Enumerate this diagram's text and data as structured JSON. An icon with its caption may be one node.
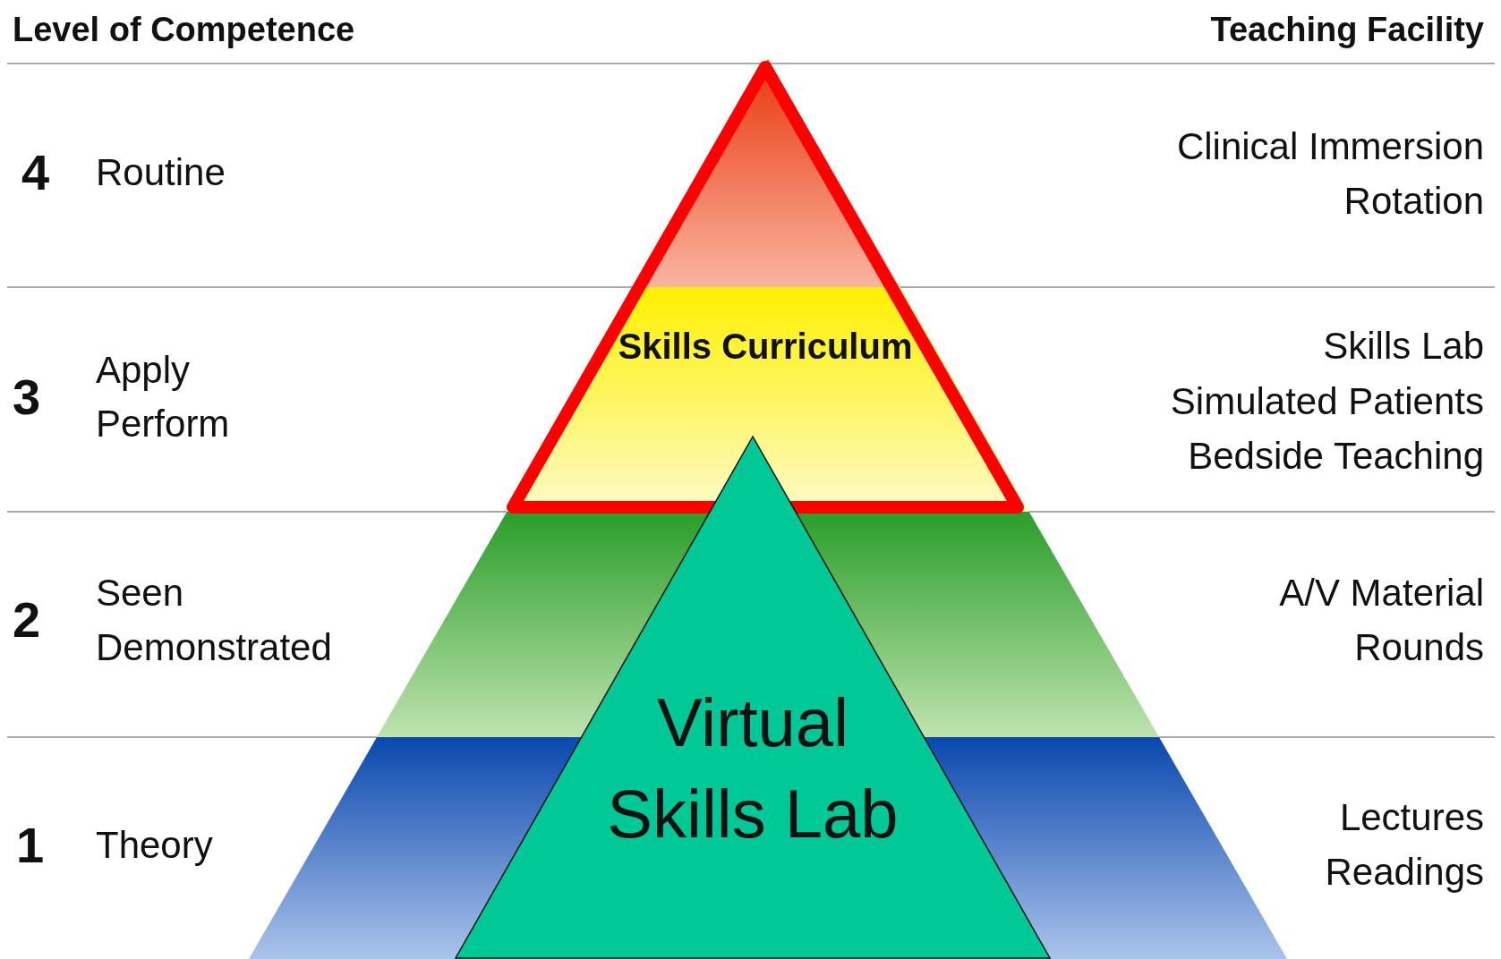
{
  "diagram": {
    "nodes": [
      {
        "text": [
          "Skills Curriculum"
        ]
      },
      {
        "text": [
          "Virtual Skills Lab"
        ]
      }
    ],
    "labels": [
      "Level of Competence",
      "Teaching Facility",
      "4",
      "Routine",
      "Clinical Immersion Rotation",
      "3",
      "Apply",
      "Perform",
      "Skills Lab",
      "Simulated Patients",
      "Bedside Teaching",
      "2",
      "Seen",
      "Demonstrated",
      "A/V Material",
      "Rounds",
      "1",
      "Theory",
      "Lectures",
      "Readings"
    ]
  }
}
